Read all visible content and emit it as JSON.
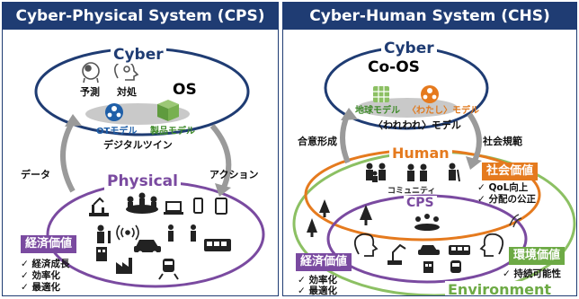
{
  "left": {
    "banner": "Cyber-Physical System (CPS)",
    "cyber_title": "Cyber",
    "predict_label": "予測",
    "handle_label": "対処",
    "os_label": "OS",
    "ot_model_label": "OTモデル",
    "product_model_label": "製品モデル",
    "digital_twin_label": "デジタルツイン",
    "data_label": "データ",
    "action_label": "アクション",
    "physical_title": "Physical",
    "value_box": "経済価値",
    "bullets": [
      "✓ 経済成長",
      "✓ 効率化",
      "✓ 最適化"
    ]
  },
  "right": {
    "banner": "Cyber-Human System (CHS)",
    "cyber_title": "Cyber",
    "coos_label": "Co-OS",
    "earth_model_label": "地球モデル",
    "watashi_model_label": "〈わたし〉モデル",
    "wareware_model_label": "〈われわれ〉モデル",
    "consensus_label": "合意形成",
    "norms_label": "社会規範",
    "human_title": "Human",
    "community_label": "コミュニティ",
    "social_box": "社会価値",
    "social_bullets": [
      "✓ QoL向上",
      "✓ 分配の公正"
    ],
    "cps_title": "CPS",
    "env_box": "環境価値",
    "env_bullets": [
      "✓ 持続可能性"
    ],
    "econ_box": "経済価値",
    "econ_bullets": [
      "✓ 効率化",
      "✓ 最適化"
    ],
    "environment_title": "Environment"
  },
  "colors": {
    "navy": "#1f3c73",
    "purple": "#7a4aa0",
    "orange": "#e57a1e",
    "green": "#6daa45",
    "gray_arrow": "#9a9a9a"
  }
}
